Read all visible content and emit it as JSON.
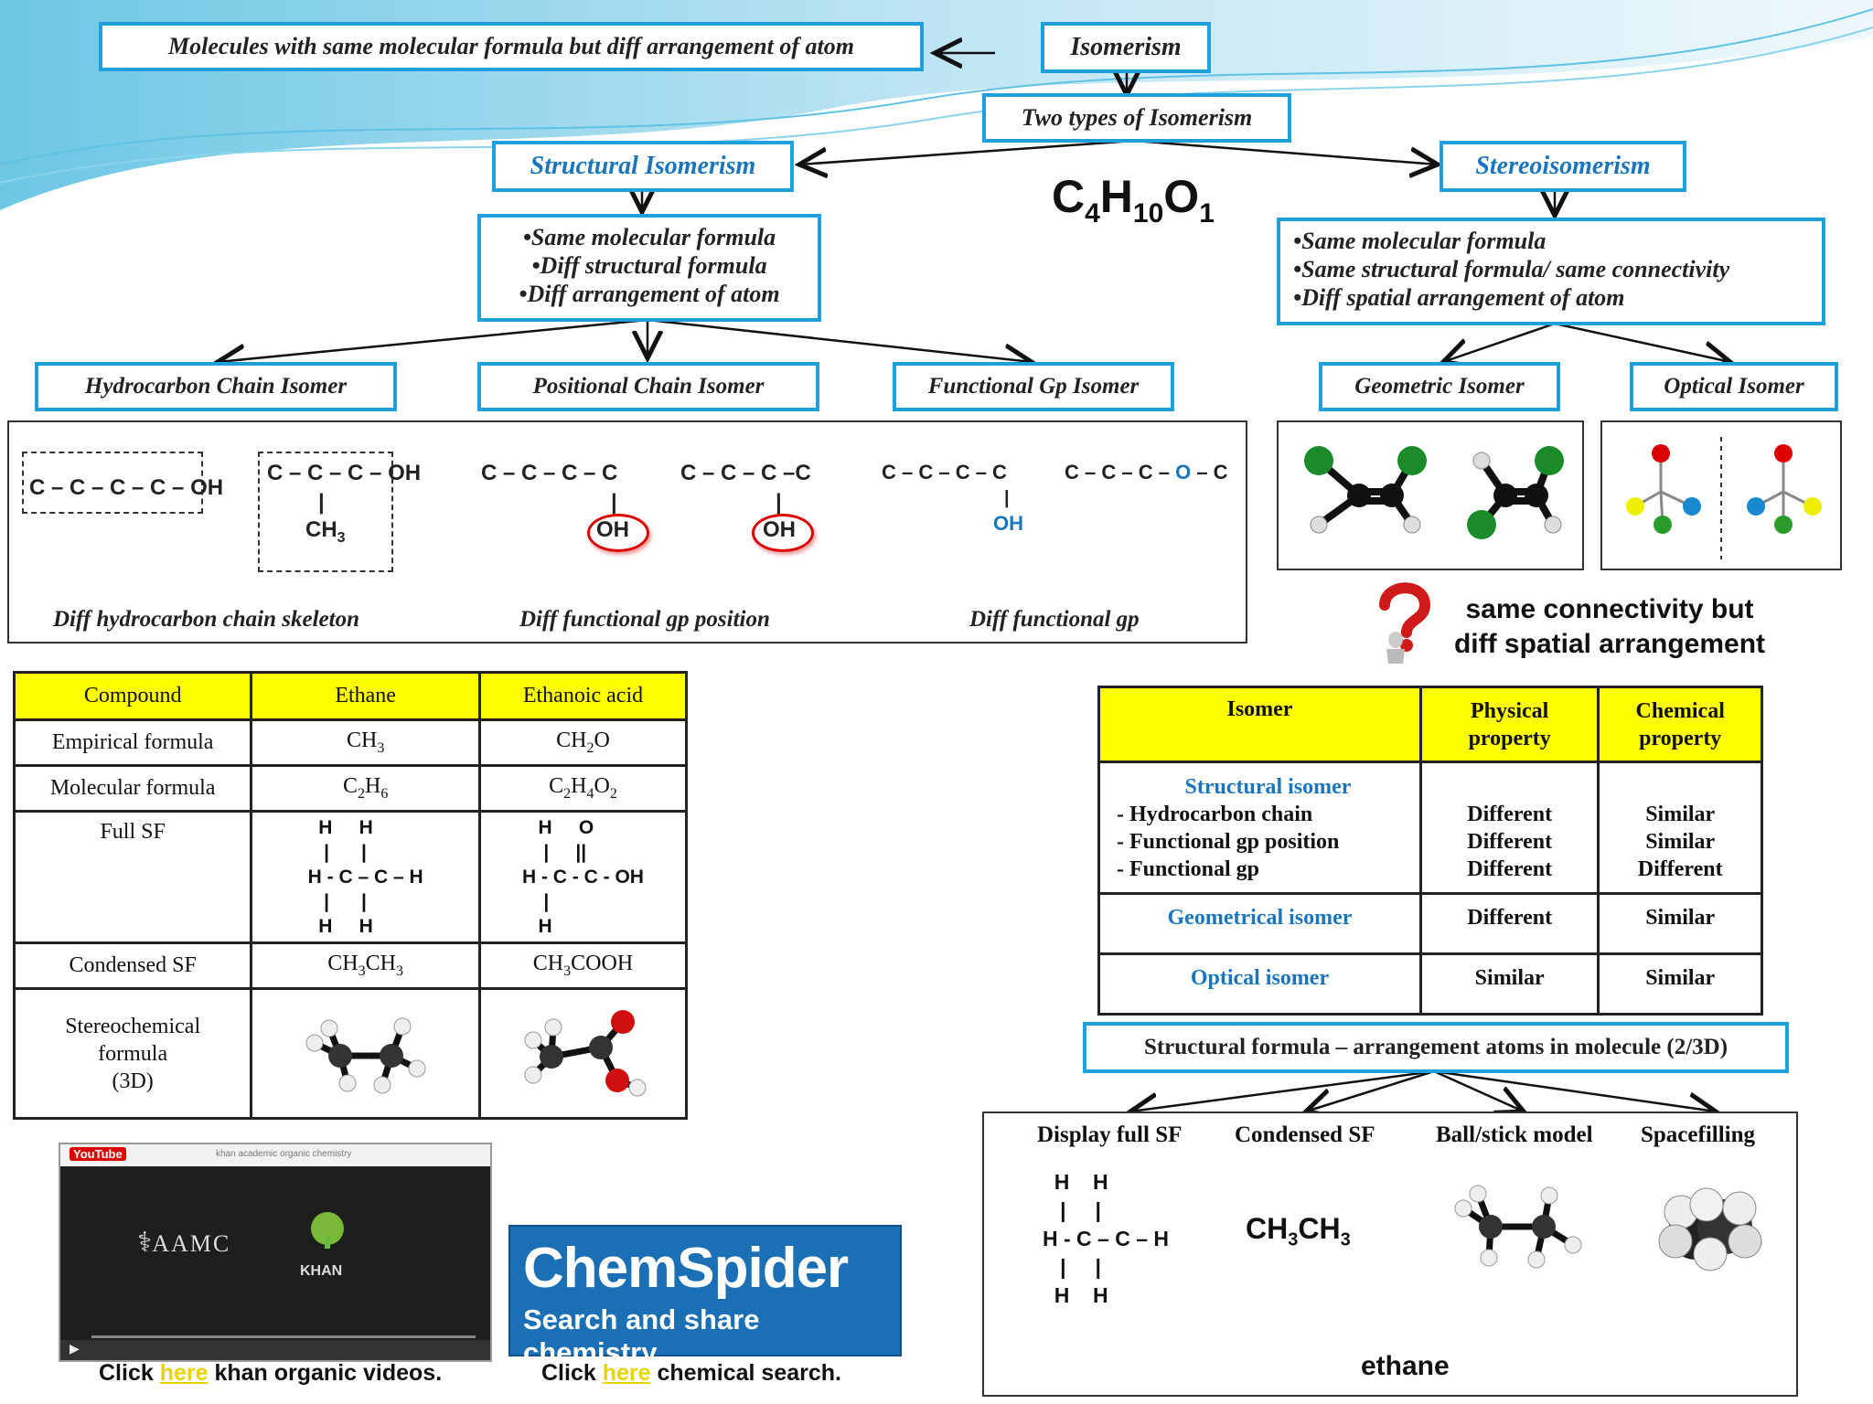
{
  "header": {
    "definition": "Molecules with same molecular formula but diff arrangement of atom",
    "isomerism": "Isomerism",
    "two_types": "Two types of Isomerism",
    "structural": "Structural Isomerism",
    "stereo": "Stereoisomerism",
    "formula_main": "C",
    "formula_sub1": "4",
    "formula_h": "H",
    "formula_sub2": "10",
    "formula_o": "O",
    "formula_sub3": "1"
  },
  "structural_points": [
    "Same molecular formula",
    "Diff structural formula",
    "Diff arrangement of atom"
  ],
  "stereo_points": [
    "Same molecular formula",
    "Same structural formula/ same connectivity",
    "Diff spatial arrangement of atom"
  ],
  "subtypes": {
    "hydrocarbon": "Hydrocarbon Chain Isomer",
    "positional": "Positional Chain Isomer",
    "functional": "Functional Gp Isomer",
    "geometric": "Geometric Isomer",
    "optical": "Optical Isomer"
  },
  "examples": {
    "chain1": "C – C – C – C –",
    "chain1_oh": "OH",
    "chain2": "C – C – C",
    "chain2_oh": "– OH",
    "chain2_bond": "|",
    "chain2_ch": "CH",
    "chain2_ch_sub": "3",
    "pos1": "C – C – C – C",
    "pos2": "C – C – C –C",
    "pos_bond": "|",
    "pos_oh": "OH",
    "func1": "C – C – C – C",
    "func1_bond": "|",
    "func1_oh": "OH",
    "func2_left": "C – C – C –",
    "func2_o": "O",
    "func2_right": "– C",
    "cap_chain": "Diff hydrocarbon chain skeleton",
    "cap_pos": "Diff  functional gp position",
    "cap_func": "Diff functional gp"
  },
  "stereo_note": {
    "line1": "same connectivity but",
    "line2": "diff spatial arrangement"
  },
  "compound_table": {
    "headers": [
      "Compound",
      "Ethane",
      "Ethanoic acid"
    ],
    "rows": [
      {
        "label": "Empirical formula",
        "a": "CH",
        "a_sub": "3",
        "b": "CH",
        "b_sub": "2",
        "b_rest": "O"
      },
      {
        "label": "Molecular formula"
      },
      {
        "label": "Full SF"
      },
      {
        "label": "Condensed SF"
      },
      {
        "label_1": "Stereochemical",
        "label_2": "formula",
        "label_3": "(3D)"
      }
    ],
    "mol_ethane": [
      "C",
      "2",
      "H",
      "6"
    ],
    "mol_acid": [
      "C",
      "2",
      "H",
      "4",
      "O",
      "2"
    ],
    "fullsf_ethane": "  H     H\n   |      |\nH - C – C – H\n   |      |\n  H     H",
    "fullsf_acid": "   H     O\n    |     ||\nH - C - C - OH\n    |\n   H",
    "cond_ethane": [
      "CH",
      "3",
      "CH",
      "3"
    ],
    "cond_acid": [
      "CH",
      "3",
      "COOH"
    ]
  },
  "isomer_table": {
    "headers": [
      "Isomer",
      "Physical",
      "property",
      "Chemical",
      "property"
    ],
    "structural_title": "Structural isomer",
    "structural_items": [
      "- Hydrocarbon chain",
      "- Functional gp position",
      "- Functional gp"
    ],
    "structural_physical": [
      "Different",
      "Different",
      "Different"
    ],
    "structural_chemical": [
      "Similar",
      "Similar",
      "Different"
    ],
    "geometrical": {
      "name": "Geometrical isomer",
      "physical": "Different",
      "chemical": "Similar"
    },
    "optical": {
      "name": "Optical isomer",
      "physical": "Similar",
      "chemical": "Similar"
    }
  },
  "sf_section": {
    "title": "Structural formula – arrangement atoms in molecule (2/3D)",
    "labels": [
      "Display full SF",
      "Condensed SF",
      "Ball/stick model",
      "Spacefilling"
    ],
    "full_sf": "  H    H\n   |     |\nH - C – C – H\n   |     |\n  H    H",
    "condensed": [
      "CH",
      "3",
      "CH",
      "3"
    ],
    "caption": "ethane"
  },
  "video": {
    "site_logo": "YouTube",
    "search": "khan academic organic chemistry",
    "aamc": "AAMC",
    "khan": "KHAN",
    "click": "Click ",
    "here": "here",
    "rest": " khan organic videos."
  },
  "chemspider": {
    "name": "ChemSpider",
    "tagline": "Search and share chemistry",
    "click": "Click ",
    "here": "here",
    "rest": " chemical search."
  },
  "colors": {
    "accent_blue": "#1ea0dc",
    "title_blue": "#1b75bc",
    "table_yellow": "#ffff00",
    "chemspider_bg": "#1a6fb5"
  }
}
